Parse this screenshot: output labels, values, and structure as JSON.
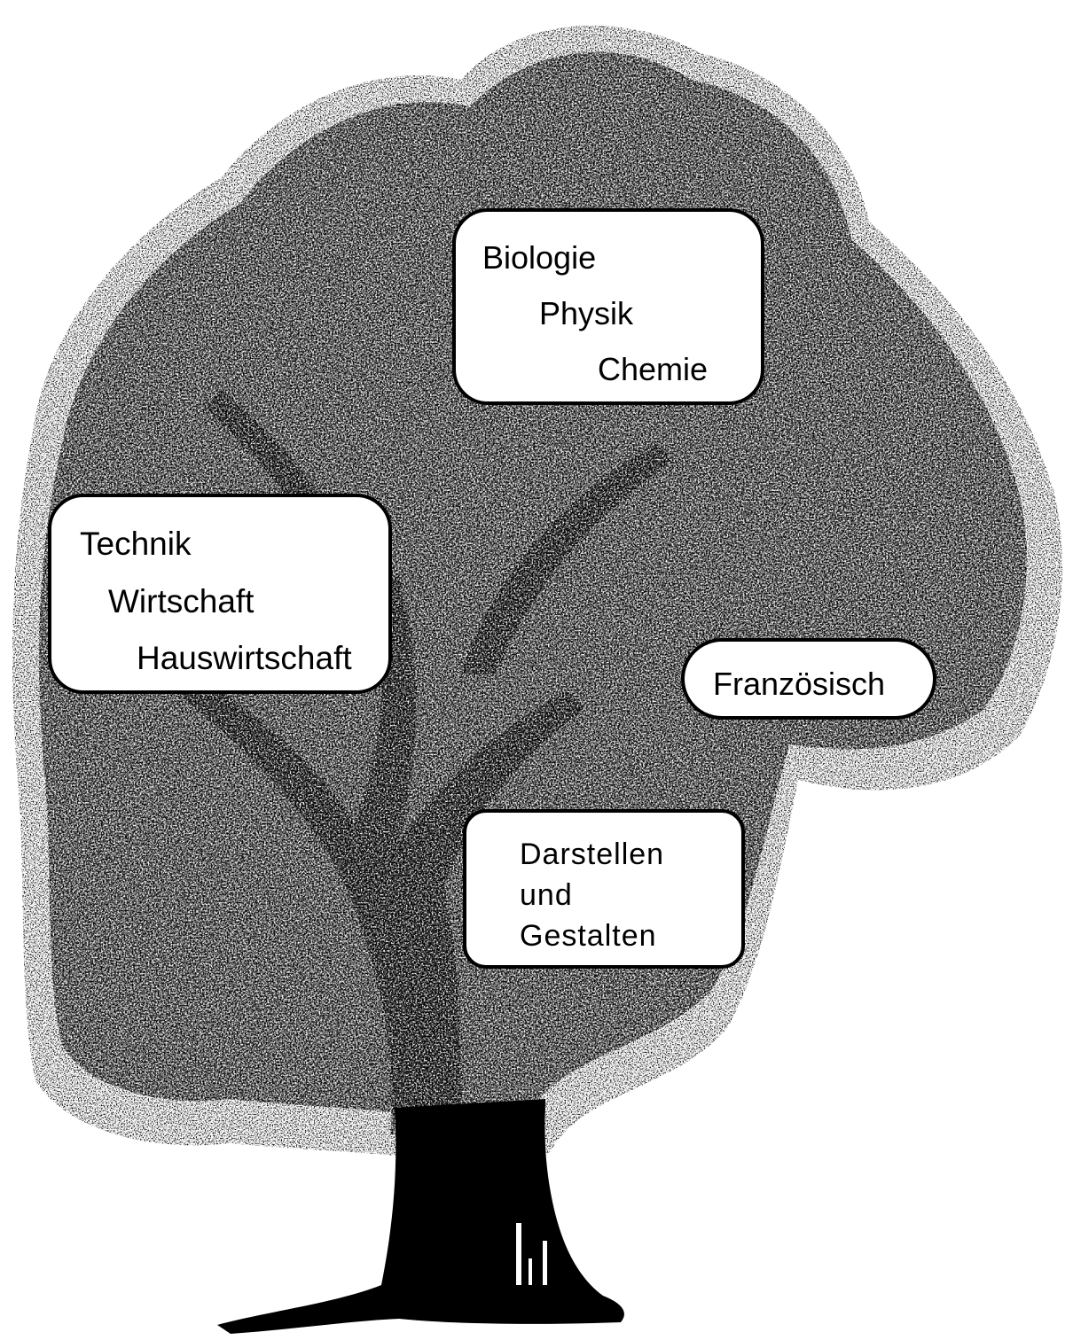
{
  "illustration": {
    "subject": "tree-illustration",
    "color": "#000000",
    "background": "#ffffff"
  },
  "boxes": [
    {
      "id": "sciences",
      "lines": [
        "Biologie",
        "Physik",
        "Chemie"
      ]
    },
    {
      "id": "tech",
      "lines": [
        "Technik",
        "Wirtschaft",
        "Hauswirtschaft"
      ]
    },
    {
      "id": "lang",
      "lines": [
        "Französisch"
      ]
    },
    {
      "id": "arts",
      "lines": [
        "Darstellen",
        "und",
        "Gestalten"
      ]
    }
  ]
}
